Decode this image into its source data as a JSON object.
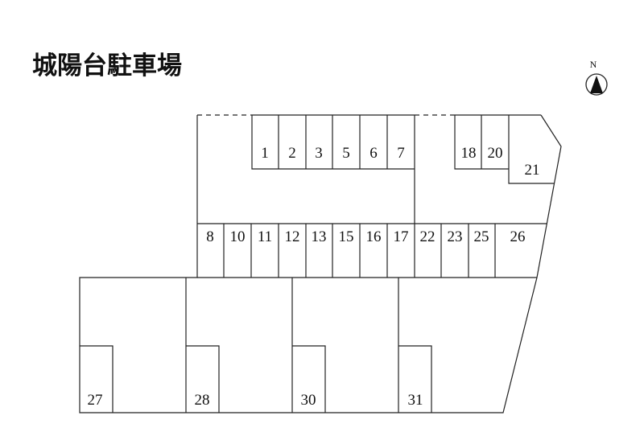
{
  "title": "城陽台駐車場",
  "compass": {
    "letter": "N",
    "icon": "north-arrow-icon"
  },
  "lots": {
    "row_top_left": [
      "1",
      "2",
      "3",
      "5",
      "6",
      "7"
    ],
    "row_top_right": [
      "18",
      "20"
    ],
    "corner": "21",
    "row_middle": [
      "8",
      "10",
      "11",
      "12",
      "13",
      "15",
      "16",
      "17",
      "22",
      "23",
      "25",
      "26"
    ],
    "row_bottom": [
      "27",
      "28",
      "30",
      "31"
    ]
  },
  "colors": {
    "line": "#222222",
    "text": "#111111",
    "background": "#ffffff"
  }
}
